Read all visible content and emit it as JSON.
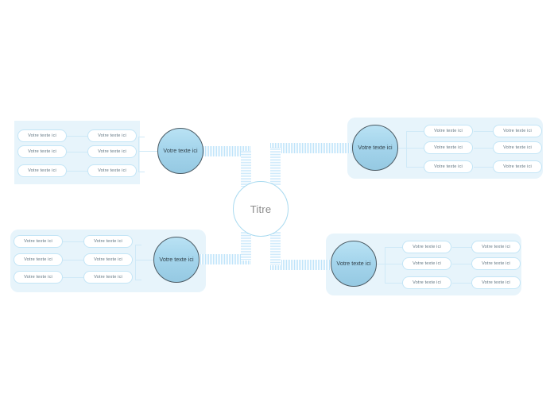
{
  "diagram": {
    "type": "mind-map",
    "title_node": {
      "label": "Titre"
    },
    "palette": {
      "panel_bg": "#e7f4fb",
      "pill_border": "#c3e5f6",
      "pill_text": "#5f7480",
      "circle_fill_top": "#b9e2f4",
      "circle_fill_bottom": "#95c9e2",
      "circle_border": "#4b5a63",
      "circle_text": "#33434d",
      "center_border": "#a8daf0",
      "center_text": "#8a8a8a",
      "connector": "#cfe9f7",
      "canvas_bg": "#ffffff"
    },
    "branches": [
      {
        "id": "top-left",
        "circle_label": "Votre texte ici",
        "inner_leaves": [
          "Votre texte ici",
          "Votre texte ici",
          "Votre texte ici"
        ],
        "outer_leaves": [
          "Votre texte ici",
          "Votre texte ici",
          "Votre texte ici"
        ]
      },
      {
        "id": "top-right",
        "circle_label": "Votre texte ici",
        "inner_leaves": [
          "Votre texte ici",
          "Votre texte ici",
          "Votre texte ici"
        ],
        "outer_leaves": [
          "Votre texte ici",
          "Votre texte ici",
          "Votre texte ici"
        ]
      },
      {
        "id": "bottom-left",
        "circle_label": "Votre texte ici",
        "inner_leaves": [
          "Votre texte ici",
          "Votre texte ici",
          "Votre texte ici"
        ],
        "outer_leaves": [
          "Votre texte ici",
          "Votre texte ici",
          "Votre texte ici"
        ]
      },
      {
        "id": "bottom-right",
        "circle_label": "Votre texte ici",
        "inner_leaves": [
          "Votre texte ici",
          "Votre texte ici",
          "Votre texte ici"
        ],
        "outer_leaves": [
          "Votre texte ici",
          "Votre texte ici",
          "Votre texte ici"
        ]
      }
    ]
  }
}
